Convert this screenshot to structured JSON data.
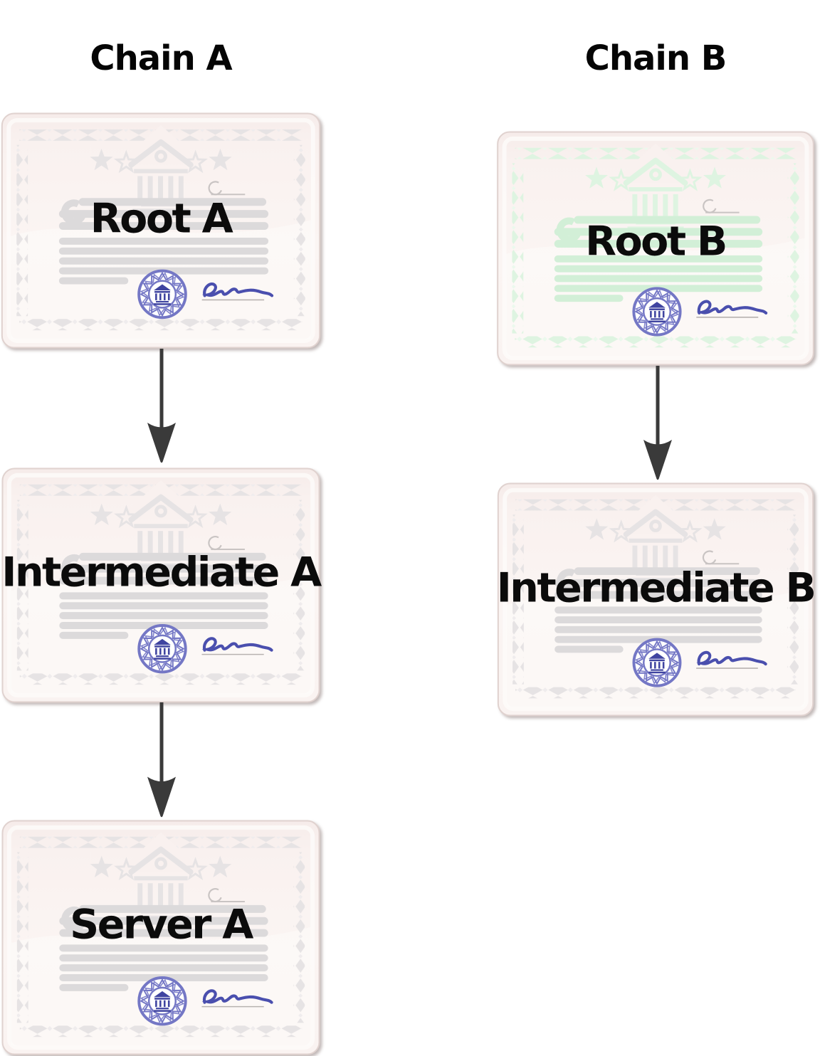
{
  "page": {
    "background": "#ffffff"
  },
  "chains": {
    "a": {
      "title": "Chain A",
      "nodes": [
        {
          "id": "root-a",
          "label": "Root A",
          "style": "gray"
        },
        {
          "id": "intermediate-a",
          "label": "Intermediate A",
          "style": "gray"
        },
        {
          "id": "server-a",
          "label": "Server A",
          "style": "gray"
        }
      ],
      "edges": [
        {
          "from": "Root A",
          "to": "Intermediate A"
        },
        {
          "from": "Intermediate A",
          "to": "Server A"
        }
      ]
    },
    "b": {
      "title": "Chain B",
      "nodes": [
        {
          "id": "root-b",
          "label": "Root B",
          "style": "green"
        },
        {
          "id": "intermediate-b",
          "label": "Intermediate B",
          "style": "gray"
        }
      ],
      "edges": [
        {
          "from": "Root B",
          "to": "Intermediate B"
        }
      ]
    }
  },
  "icons": {
    "certificate_emblem": "bank-building-icon",
    "certificate_seal": "rosette-seal-icon",
    "certificate_signature": "signature-scribble-icon",
    "certificate_stars": "star-icon",
    "connector": "down-arrow-icon"
  },
  "colors": {
    "card_background": "#faf3f1",
    "decoration_gray": "#e6e3e4",
    "decoration_green": "#def4e1",
    "text_bars_gray": "#dcdadb",
    "text_bars_green": "#d2efd7",
    "seal_ring": "#7477c5",
    "seal_building": "#3f44a0",
    "signature_ink": "#4a4fae",
    "arrow": "#3a3a3a",
    "label_text": "#0b0b0b"
  }
}
